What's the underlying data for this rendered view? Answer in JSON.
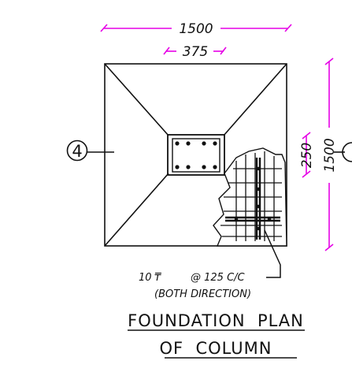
{
  "dimensions": {
    "overall_width": "1500",
    "column_width": "375",
    "column_depth": "250",
    "overall_depth": "1500"
  },
  "footing_mark": "4",
  "rebar_note": {
    "bar": "10",
    "bar_symbol": "₸",
    "spacing": "@ 125 C/C",
    "direction": "(BOTH DIRECTION)"
  },
  "title": {
    "line1": "FOUNDATION  PLAN",
    "line2": "OF  COLUMN"
  },
  "colors": {
    "dimension_line": "#e600e6",
    "drawing_line": "#111111"
  }
}
